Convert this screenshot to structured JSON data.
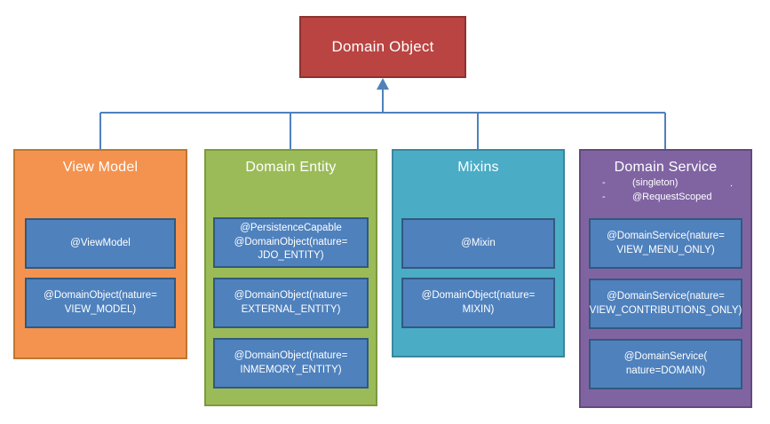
{
  "diagram": {
    "title": "Domain Object",
    "root": {
      "label": "Domain Object",
      "color": "#b94442",
      "border_color": "#8c3331"
    },
    "categories": [
      {
        "id": "view-model",
        "label": "View Model",
        "color": "#f4934f",
        "border_color": "#c0762f",
        "bullets": [],
        "items": [
          {
            "label": "@ViewModel"
          },
          {
            "label": "@DomainObject(nature=\nVIEW_MODEL)"
          }
        ]
      },
      {
        "id": "domain-entity",
        "label": "Domain Entity",
        "color": "#9bbb59",
        "border_color": "#7b9a3f",
        "bullets": [],
        "items": [
          {
            "label": "@PersistenceCapable\n@DomainObject(nature=\nJDO_ENTITY)"
          },
          {
            "label": "@DomainObject(nature=\nEXTERNAL_ENTITY)"
          },
          {
            "label": "@DomainObject(nature=\nINMEMORY_ENTITY)"
          }
        ]
      },
      {
        "id": "mixins",
        "label": "Mixins",
        "color": "#4bacc6",
        "border_color": "#37889e",
        "bullets": [],
        "items": [
          {
            "label": "@Mixin"
          },
          {
            "label": "@DomainObject(nature=\nMIXIN)"
          }
        ]
      },
      {
        "id": "domain-service",
        "label": "Domain Service",
        "color": "#8064a2",
        "border_color": "#63497f",
        "bullets": [
          {
            "text": "(singleton)",
            "trailing": "."
          },
          {
            "text": "@RequestScoped",
            "trailing": ""
          }
        ],
        "items": [
          {
            "label": "@DomainService(nature=\nVIEW_MENU_ONLY)"
          },
          {
            "label": "@DomainService(nature=\nVIEW_CONTRIBUTIONS_ONLY)"
          },
          {
            "label": "@DomainService(\nnature=DOMAIN)"
          }
        ]
      }
    ],
    "connector": {
      "color": "#4f81bd",
      "arrow_label": "inheritance-arrow-up"
    }
  }
}
